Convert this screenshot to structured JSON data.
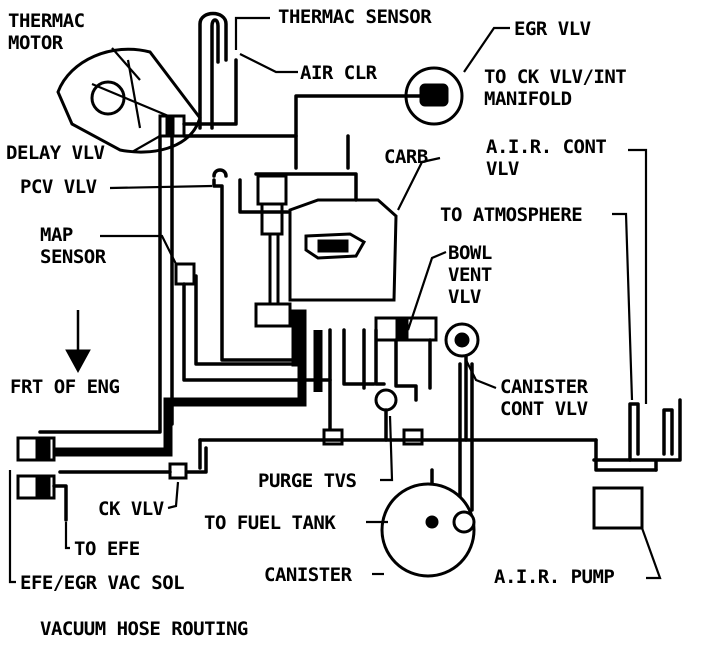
{
  "caption": "VACUUM HOSE ROUTING",
  "labels": {
    "thermac_motor": "THERMAC\nMOTOR",
    "thermac_sensor": "THERMAC SENSOR",
    "egr_vlv": "EGR VLV",
    "air_clr": "AIR CLR",
    "to_ck_vlv_int_manifold": "TO CK VLV/INT\nMANIFOLD",
    "delay_vlv": "DELAY VLV",
    "air_cont_vlv": "A.I.R. CONT\nVLV",
    "carb": "CARB",
    "pcv_vlv": "PCV VLV",
    "to_atmosphere": "TO ATMOSPHERE",
    "map_sensor": "MAP\nSENSOR",
    "bowl_vent_vlv": "BOWL\nVENT\nVLV",
    "frt_of_eng": "FRT OF ENG",
    "canister_cont_vlv": "CANISTER\nCONT VLV",
    "purge_tvs": "PURGE TVS",
    "ck_vlv": "CK VLV",
    "to_fuel_tank": "TO FUEL TANK",
    "to_efe": "TO EFE",
    "canister": "CANISTER",
    "air_pump": "A.I.R. PUMP",
    "efe_egr_vac_sol": "EFE/EGR VAC SOL"
  }
}
